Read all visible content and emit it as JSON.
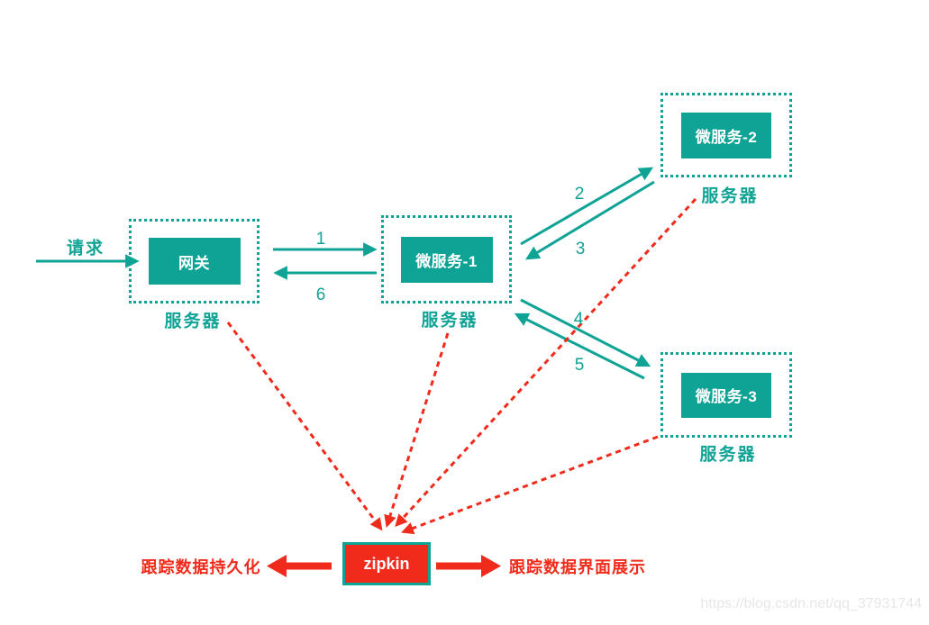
{
  "request_label": "请求",
  "nodes": {
    "gateway": {
      "label": "网关",
      "server_label": "服务器"
    },
    "microservice1": {
      "label": "微服务-1",
      "server_label": "服务器"
    },
    "microservice2": {
      "label": "微服务-2",
      "server_label": "服务器"
    },
    "microservice3": {
      "label": "微服务-3",
      "server_label": "服务器"
    },
    "zipkin": {
      "label": "zipkin"
    }
  },
  "steps": {
    "s1": "1",
    "s2": "2",
    "s3": "3",
    "s4": "4",
    "s5": "5",
    "s6": "6"
  },
  "annotations": {
    "persist": "跟踪数据持久化",
    "display": "跟踪数据界面展示"
  },
  "watermark": "https://blog.csdn.net/qq_37931744",
  "colors": {
    "teal": "#0FA396",
    "red": "#F02B1B",
    "watermark_gray": "#E7E7E7"
  }
}
